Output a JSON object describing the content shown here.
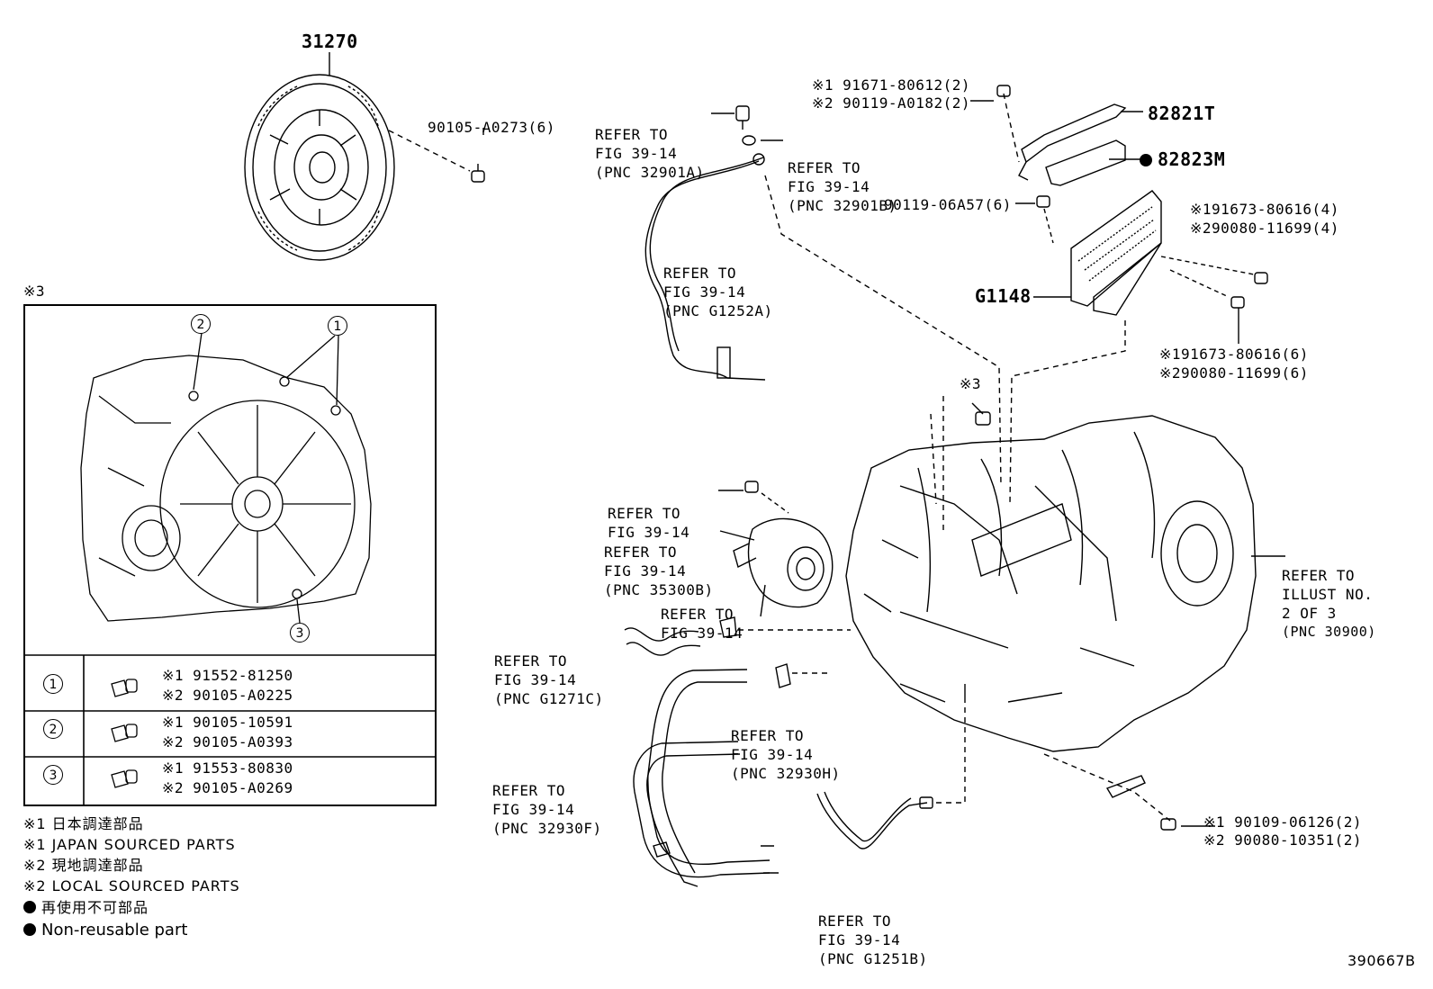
{
  "drawing_id": "390667B",
  "parts": {
    "disc": "31270",
    "disc_bolt": "90105-A0273(6)",
    "bracket": "82821T",
    "nonreusable_part": "82823M",
    "bracket_bolt_1": "※1 91671-80612(2)",
    "bracket_bolt_2": "※2 90119-A0182(2)",
    "ecu_bolt": "90119-06A57(6)",
    "ecu": "G1148",
    "ecu_screw_a1": "※191673-80616(4)",
    "ecu_screw_a2": "※290080-11699(4)",
    "ecu_screw_b1": "※191673-80616(6)",
    "ecu_screw_b2": "※290080-11699(6)",
    "case_bolt_1": "※1 90109-06126(2)",
    "case_bolt_2": "※2 90080-10351(2)",
    "note3_mark": "※3",
    "note3_bolt": "※3"
  },
  "refs": {
    "r1": [
      "REFER TO",
      "FIG 39-14",
      "(PNC 32901A)"
    ],
    "r2": [
      "REFER TO",
      "FIG 39-14",
      "(PNC 32901B)"
    ],
    "r3": [
      "REFER TO",
      "FIG 39-14",
      "(PNC G1252A)"
    ],
    "r4": [
      "REFER TO",
      "FIG 39-14"
    ],
    "r5": [
      "REFER TO",
      "FIG 39-14",
      "(PNC 35300B)"
    ],
    "r6": [
      "REFER TO",
      "FIG 39-14"
    ],
    "r7": [
      "REFER TO",
      "FIG 39-14",
      "(PNC G1271C)"
    ],
    "r8": [
      "REFER TO",
      "FIG 39-14",
      "(PNC 32930H)"
    ],
    "r9": [
      "REFER TO",
      "FIG 39-14",
      "(PNC 32930F)"
    ],
    "r10": [
      "REFER TO",
      "FIG 39-14",
      "(PNC G1251B)"
    ],
    "r11": [
      "REFER TO",
      "ILLUST NO.",
      "2 OF 3",
      "(PNC 30900)"
    ]
  },
  "inset": {
    "callouts": [
      "2",
      "1",
      "3"
    ],
    "rows": [
      {
        "num": "1",
        "p1": "※1 91552-81250",
        "p2": "※2 90105-A0225"
      },
      {
        "num": "2",
        "p1": "※1 90105-10591",
        "p2": "※2 90105-A0393"
      },
      {
        "num": "3",
        "p1": "※1 91553-80830",
        "p2": "※2 90105-A0269"
      }
    ]
  },
  "legend": {
    "l1": "※1 日本調達部品",
    "l2": "※1 JAPAN SOURCED PARTS",
    "l3": "※2 現地調達部品",
    "l4": "※2 LOCAL SOURCED PARTS",
    "l5": "再使用不可部品",
    "l6": "Non-reusable part"
  }
}
